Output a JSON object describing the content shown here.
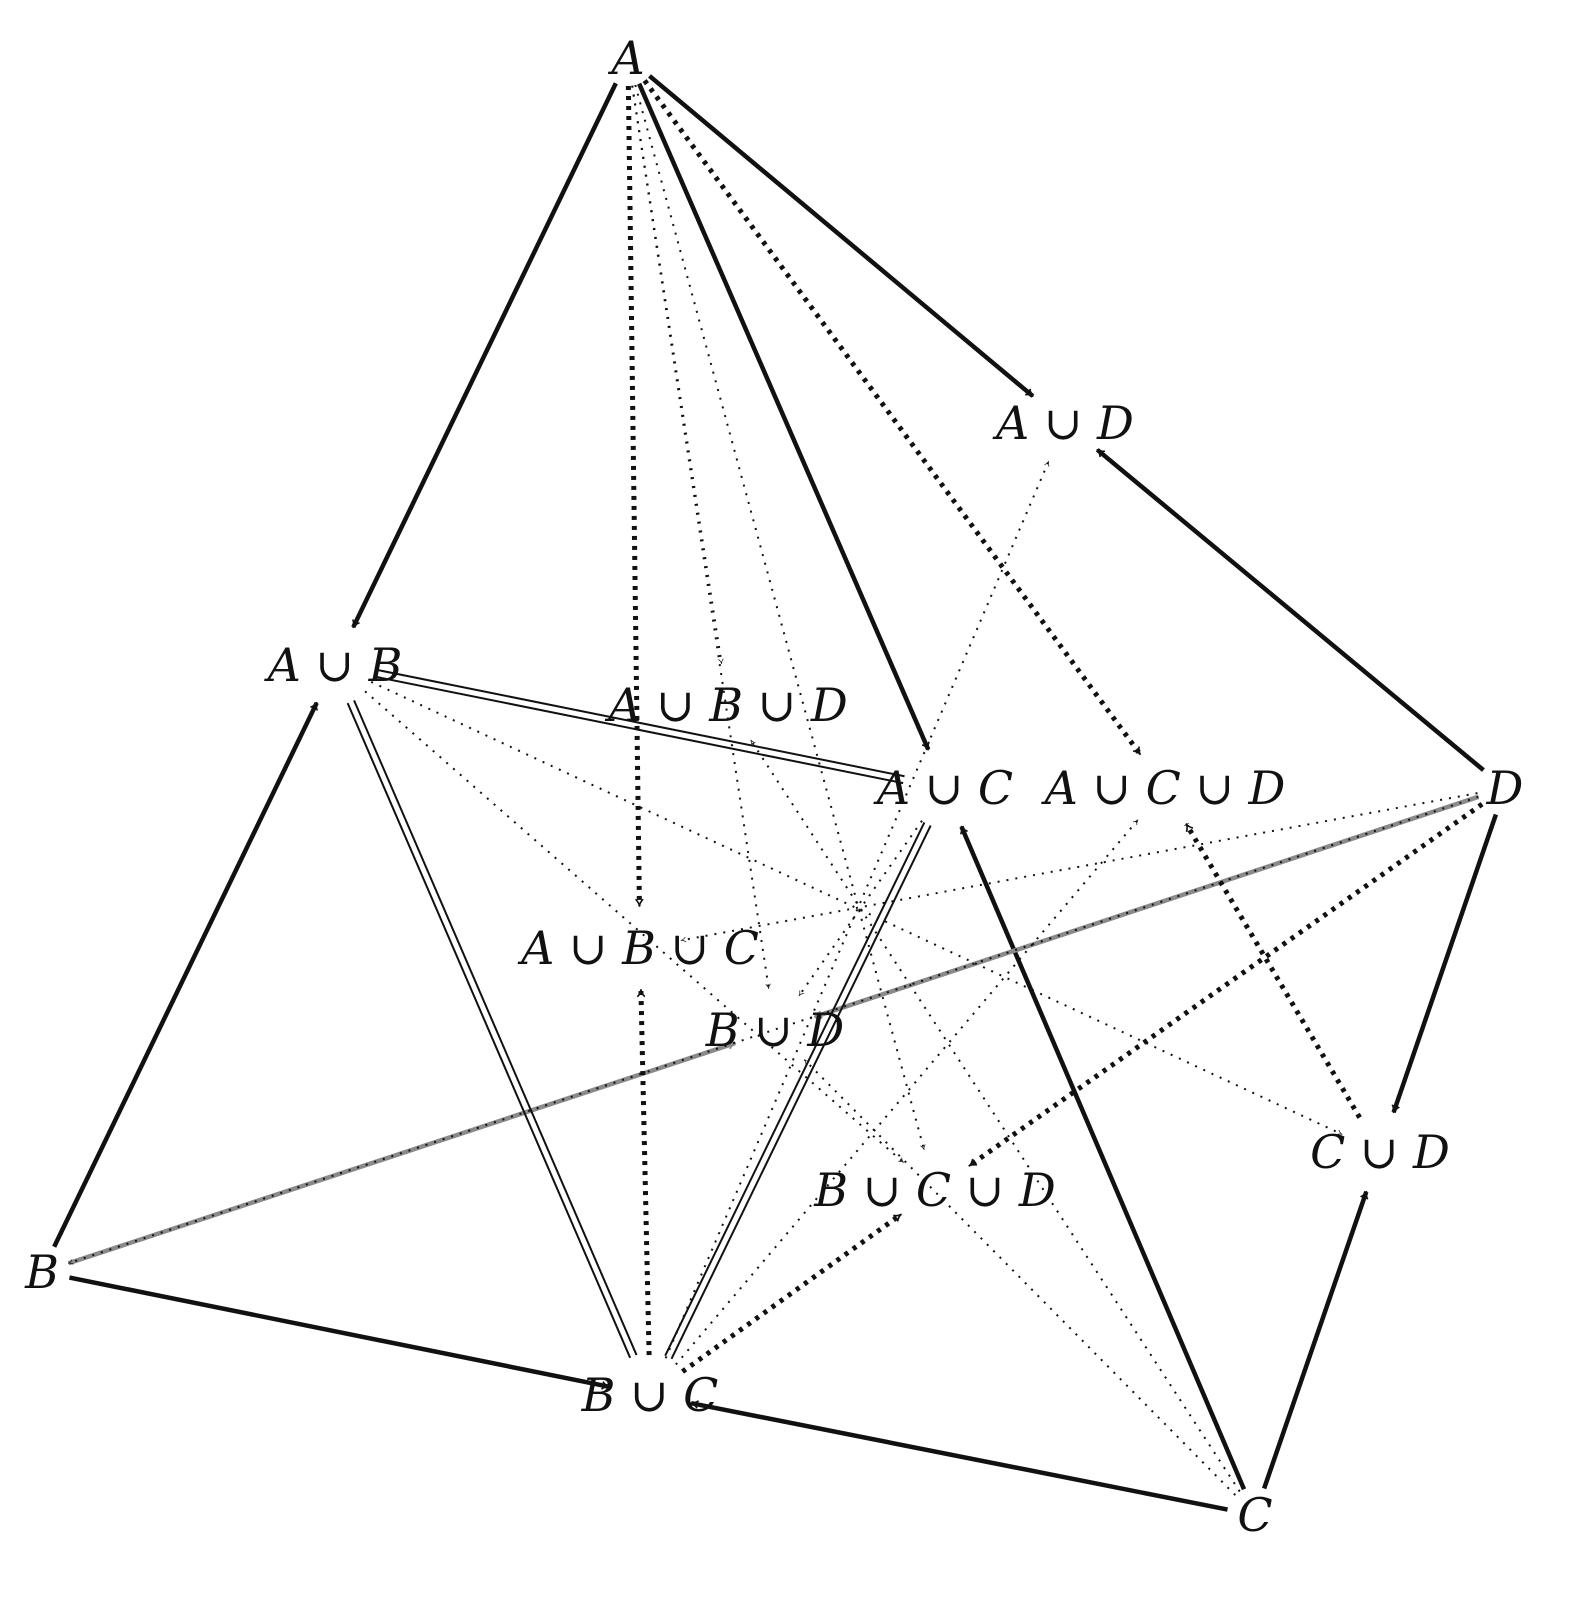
{
  "nodes": [
    {
      "id": "A",
      "label": "A"
    },
    {
      "id": "AD",
      "label": "A ∪ D"
    },
    {
      "id": "AB",
      "label": "A ∪ B"
    },
    {
      "id": "ABD",
      "label": "A ∪ B ∪ D"
    },
    {
      "id": "AC",
      "label": "A ∪ C"
    },
    {
      "id": "ACD",
      "label": "A ∪ C ∪ D"
    },
    {
      "id": "D",
      "label": "D"
    },
    {
      "id": "ABC",
      "label": "A ∪ B ∪ C"
    },
    {
      "id": "BD",
      "label": "B ∪ D"
    },
    {
      "id": "CD",
      "label": "C ∪ D"
    },
    {
      "id": "BCD",
      "label": "B ∪ C ∪ D"
    },
    {
      "id": "B",
      "label": "B"
    },
    {
      "id": "BC",
      "label": "B ∪ C"
    },
    {
      "id": "C",
      "label": "C"
    }
  ],
  "edges": [
    {
      "from": "A",
      "to": "AB",
      "style": "solid"
    },
    {
      "from": "A",
      "to": "AC",
      "style": "solid"
    },
    {
      "from": "A",
      "to": "AD",
      "style": "solid"
    },
    {
      "from": "B",
      "to": "AB",
      "style": "solid"
    },
    {
      "from": "B",
      "to": "BC",
      "style": "solid"
    },
    {
      "from": "C",
      "to": "BC",
      "style": "solid"
    },
    {
      "from": "C",
      "to": "AC",
      "style": "solid"
    },
    {
      "from": "C",
      "to": "CD",
      "style": "solid"
    },
    {
      "from": "D",
      "to": "AD",
      "style": "solid"
    },
    {
      "from": "D",
      "to": "CD",
      "style": "solid"
    },
    {
      "from": "B",
      "to": "BD",
      "style": "gray"
    },
    {
      "from": "D",
      "to": "BD",
      "style": "gray"
    },
    {
      "from": "AB",
      "to": "AC",
      "style": "double"
    },
    {
      "from": "AB",
      "to": "BC",
      "style": "double"
    },
    {
      "from": "AC",
      "to": "BC",
      "style": "double"
    },
    {
      "from": "A",
      "to": "ABC",
      "style": "thickdot"
    },
    {
      "from": "BC",
      "to": "ABC",
      "style": "thickdot"
    },
    {
      "from": "A",
      "to": "ACD",
      "style": "thickdot"
    },
    {
      "from": "CD",
      "to": "ACD",
      "style": "thickdot"
    },
    {
      "from": "D",
      "to": "BCD",
      "style": "thickdot"
    },
    {
      "from": "BC",
      "to": "BCD",
      "style": "thickdot"
    },
    {
      "from": "A",
      "to": "ABD",
      "style": "thindot"
    },
    {
      "from": "A",
      "to": "BD",
      "style": "thindot"
    },
    {
      "from": "A",
      "to": "BCD",
      "style": "thindot"
    },
    {
      "from": "AB",
      "to": "CD",
      "style": "thindot"
    },
    {
      "from": "AB",
      "to": "BCD",
      "style": "thindot"
    },
    {
      "from": "BC",
      "to": "AD",
      "style": "thindot"
    },
    {
      "from": "BC",
      "to": "ACD",
      "style": "thindot"
    },
    {
      "from": "D",
      "to": "ABC",
      "style": "thindot"
    },
    {
      "from": "D",
      "to": "B",
      "style": "thindot"
    },
    {
      "from": "C",
      "to": "ABD",
      "style": "thindot"
    },
    {
      "from": "C",
      "to": "BD",
      "style": "thindot"
    },
    {
      "from": "AC",
      "to": "BD",
      "style": "thindot"
    }
  ]
}
